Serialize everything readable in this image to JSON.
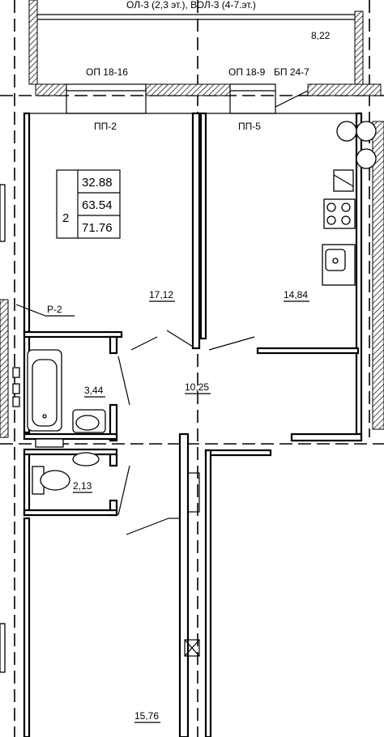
{
  "header": {
    "top_note": "ОЛ-3 (2,3 эт.), ВОЛ-3 (4-7.эт.)",
    "balcony_area": "8,22"
  },
  "openings": {
    "op_left": "ОП 18-16",
    "op_right": "ОП 18-9",
    "bp": "БП 24-7",
    "pp_left": "ПП-2",
    "pp_right": "ПП-5",
    "partition": "Р-2"
  },
  "summary": {
    "rooms": "2",
    "living_area": "32.88",
    "total_area": "63.54",
    "total_with_balcony": "71.76"
  },
  "rooms": {
    "bedroom": "17,12",
    "kitchen": "14,84",
    "hall": "10,25",
    "bathroom": "3,44",
    "wc": "2,13",
    "living": "15,76"
  }
}
